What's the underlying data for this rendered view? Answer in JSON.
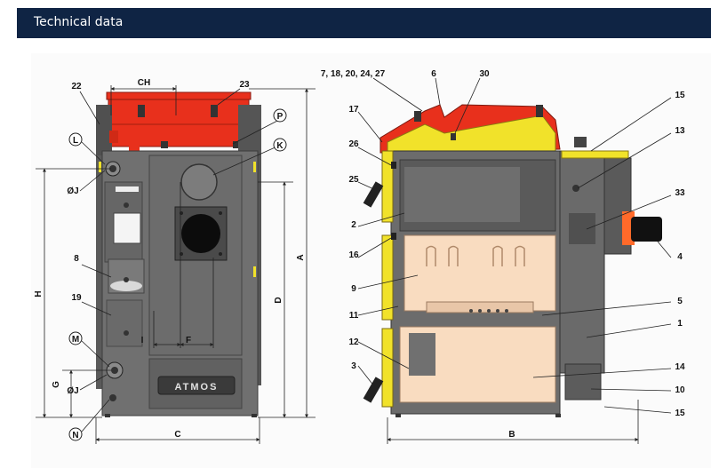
{
  "header": {
    "title": "Technical data"
  },
  "colors": {
    "header_bg": "#0f2444",
    "body_gray": "#6f6f6f",
    "dark_gray": "#505050",
    "red": "#e8301c",
    "yellow": "#f1e22a",
    "chamber": "#f9dcc0"
  },
  "front_view": {
    "labels": {
      "CH": "CH",
      "n22": "22",
      "n23": "23",
      "P": "P",
      "K": "K",
      "L": "L",
      "J_top": "ØJ",
      "J_bottom": "ØJ",
      "n8": "8",
      "n19": "19",
      "M": "M",
      "N": "N",
      "H": "H",
      "G": "G",
      "D": "D",
      "A": "A",
      "C": "C",
      "I": "I",
      "F": "F"
    },
    "plate_text": "ATMOS"
  },
  "side_view": {
    "labels": {
      "top_group": "7, 18, 20, 24, 27",
      "n6": "6",
      "n30": "30",
      "n15_top": "15",
      "n17": "17",
      "n13": "13",
      "n26": "26",
      "n25": "25",
      "n33": "33",
      "n2": "2",
      "n16": "16",
      "n4": "4",
      "n9": "9",
      "n5": "5",
      "n11": "11",
      "n1": "1",
      "n12": "12",
      "n3": "3",
      "n14": "14",
      "n10": "10",
      "n15_bottom": "15",
      "B": "B"
    }
  }
}
